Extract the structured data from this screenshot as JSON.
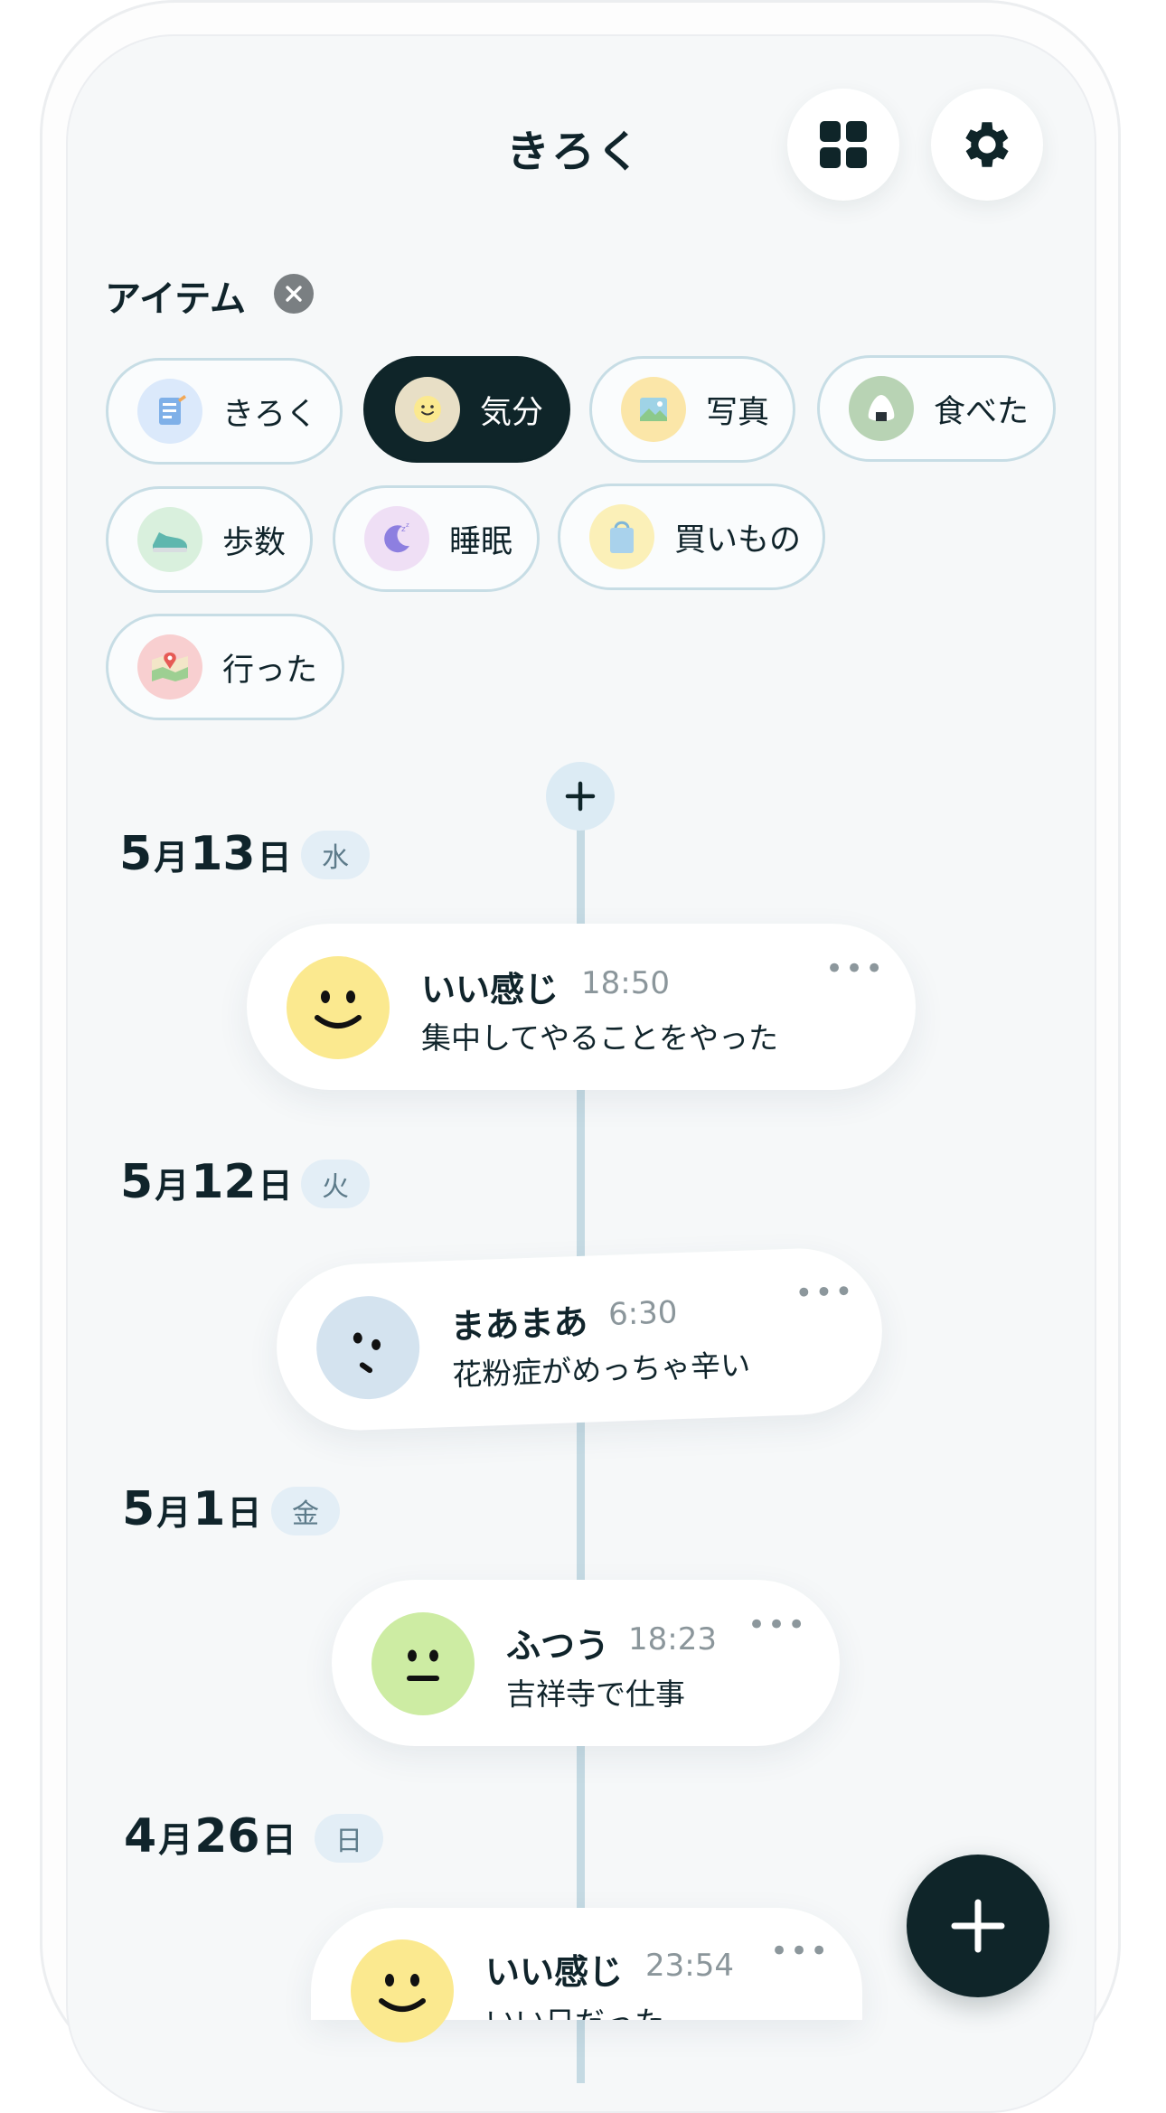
{
  "header": {
    "title": "きろく"
  },
  "filter": {
    "label": "アイテム",
    "chips": [
      {
        "label": "きろく",
        "icon": "notebook-icon",
        "active": false
      },
      {
        "label": "気分",
        "icon": "smile-icon",
        "active": true
      },
      {
        "label": "写真",
        "icon": "photo-icon",
        "active": false
      },
      {
        "label": "食べた",
        "icon": "onigiri-icon",
        "active": false
      },
      {
        "label": "歩数",
        "icon": "sneaker-icon",
        "active": false
      },
      {
        "label": "睡眠",
        "icon": "moon-icon",
        "active": false
      },
      {
        "label": "買いもの",
        "icon": "shopping-bag-icon",
        "active": false
      },
      {
        "label": "行った",
        "icon": "map-pin-icon",
        "active": false
      }
    ]
  },
  "timeline": [
    {
      "month": "5",
      "day": "13",
      "month_unit": "月",
      "day_unit": "日",
      "weekday": "水",
      "entry": {
        "mood": "いい感じ",
        "time": "18:50",
        "memo": "集中してやることをやった",
        "face": "happy",
        "color": "#fbe98f"
      }
    },
    {
      "month": "5",
      "day": "12",
      "month_unit": "月",
      "day_unit": "日",
      "weekday": "火",
      "entry": {
        "mood": "まあまあ",
        "time": "6:30",
        "memo": "花粉症がめっちゃ辛い",
        "face": "meh",
        "color": "#d4e3ef"
      }
    },
    {
      "month": "5",
      "day": "1",
      "month_unit": "月",
      "day_unit": "日",
      "weekday": "金",
      "entry": {
        "mood": "ふつう",
        "time": "18:23",
        "memo": "吉祥寺で仕事",
        "face": "neutral",
        "color": "#cdeca3"
      }
    },
    {
      "month": "4",
      "day": "26",
      "month_unit": "月",
      "day_unit": "日",
      "weekday": "日",
      "entry": {
        "mood": "いい感じ",
        "time": "23:54",
        "memo": "いい日だった",
        "face": "happy",
        "color": "#fbe98f"
      }
    }
  ],
  "colors": {
    "dark": "#0f2529",
    "accent_line": "#c5dae3"
  }
}
